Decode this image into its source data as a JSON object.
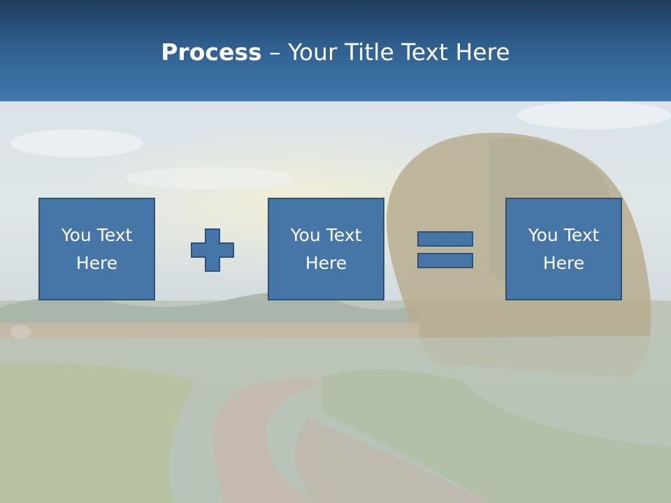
{
  "slide": {
    "title_bold": "Process",
    "title_rest": " – Your Title Text Here",
    "boxes": [
      {
        "text": "You Text Here"
      },
      {
        "text": "You Text Here"
      },
      {
        "text": "You Text Here"
      }
    ],
    "operators": [
      "plus-icon",
      "equals-icon"
    ]
  },
  "colors": {
    "header": "#2f5f8f",
    "box_fill": "#4676a8",
    "box_border": "#2d527a",
    "text": "#ffffff"
  }
}
